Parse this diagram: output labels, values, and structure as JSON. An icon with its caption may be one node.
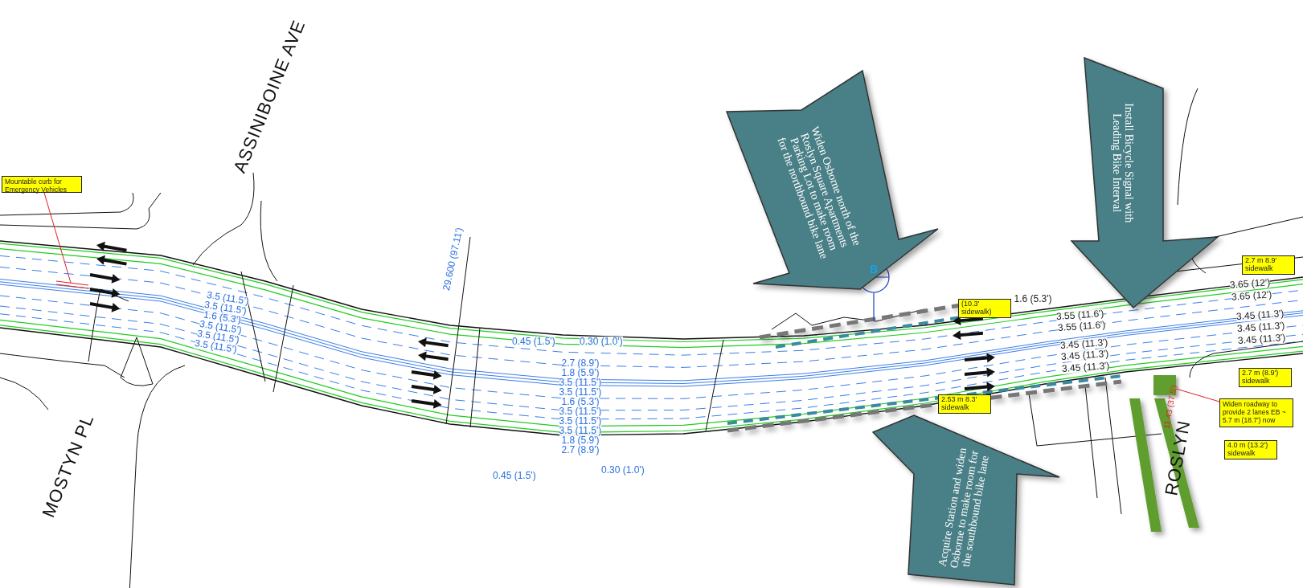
{
  "diagram": {
    "nodes": [
      {
        "text": [
          "Mountable curb for Emergency Vehicles"
        ]
      },
      {
        "text": [
          "Widen Osborne north of the Roslyn Square Apartments Parking Lot to make room for the northbound bike lane"
        ]
      },
      {
        "text": [
          "Install Bicycle Signal with Leading Bike Interval"
        ]
      },
      {
        "text": [],
        "shape": "box"
      },
      {
        "text": [
          "Widen roadway to provide 2 lanes EB ~ 5.7 m (18.7') now"
        ]
      },
      {
        "text": [
          "Acquire Station and widen Osborne to make room for the southbound bike lane"
        ]
      }
    ],
    "edges": [
      {
        "from": 0,
        "to": null,
        "arrow": "none"
      },
      {
        "from": 4,
        "to": 3,
        "arrow": "none"
      }
    ],
    "labels": [
      "ASSINIBOINE AVE",
      "29.600 (97.11')",
      "B",
      "(10.3' sidewalk)",
      "1.6 (5.3')",
      "2.7 m 8.9' sidewalk",
      "3.65 (12')",
      "3.65 (12')",
      "3.5 (11.5')",
      "3.5 (11.5')",
      "1.6 (5.3')",
      "3.5 (11.5')",
      "3.5 (11.5')",
      "3.5 (11.5')",
      "0.45 (1.5')",
      "0.30 (1.0')",
      "2.7 (8.9')",
      "1.8 (5.9')",
      "3.5 (11.5')",
      "3.5 (11.5')",
      "1.6 (5.3')",
      "3.5 (11.5')",
      "3.5 (11.5')",
      "3.5 (11.5')",
      "1.8 (5.9')",
      "2.7 (8.9')",
      "0.45 (1.5')",
      "0.30 (1.0')",
      "3.55 (11.6')",
      "3.55 (11.6')",
      "3.45 (11.3')",
      "3.45 (11.3')",
      "3.45 (11.3')",
      "3.45 (11.3')",
      "3.45 (11.3')",
      "3.45 (11.3')",
      "2.7 m (8.9') sidewalk",
      "2.53 m 8.3' sidewalk",
      "11.43 (37.5')",
      "4.0 m (13.2') sidewalk",
      "ROSLYN",
      "MOSTYN PL"
    ]
  }
}
